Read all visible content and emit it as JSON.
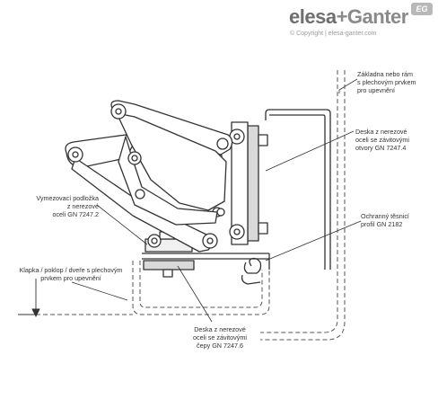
{
  "header": {
    "brand_part1": "elesa",
    "brand_plus": "+",
    "brand_part2": "Ganter",
    "badge": "EG",
    "copyright": "© Copyright | elesa-ganter.com"
  },
  "labels": {
    "base_frame": "Základna nebo rám\ns plechovým prvkem\npro upevnění",
    "stainless_plate_threaded_holes": "Deska z nerezové\noceli se závitovými\notvory GN 7247.4",
    "spacer_washer": "Vymezovací podložka\nz nerezové\noceli GN 7247.2",
    "protective_seal": "Ochranný těsnicí\nprofil GN 2182",
    "flap_cover_door": "Klapka / poklop / dveře s plechovým\nprvkem pro upevnění",
    "stainless_plate_threaded_studs": "Deska z nerezové\noceli se závitovými\nčepy GN 7247.6"
  },
  "colors": {
    "line": "#333333",
    "dashed": "#555555",
    "plate_fill": "#d9d9d9",
    "brand_dark": "#6f6f6f"
  }
}
